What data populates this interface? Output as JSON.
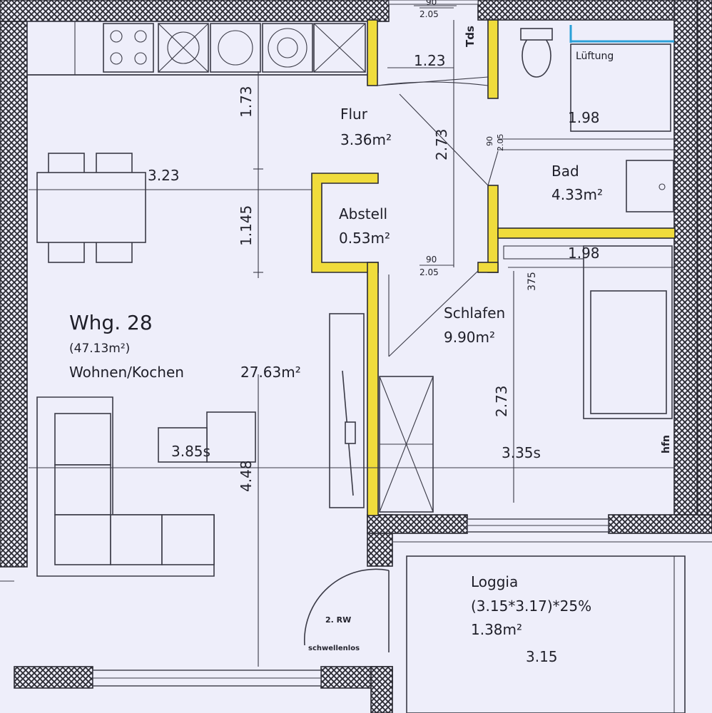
{
  "apartment": {
    "title": "Whg. 28",
    "total_area": "(47.13m²)"
  },
  "rooms": {
    "wohnen": {
      "name": "Wohnen/Kochen",
      "area": "27.63m²"
    },
    "flur": {
      "name": "Flur",
      "area": "3.36m²"
    },
    "abstell": {
      "name": "Abstell",
      "area": "0.53m²"
    },
    "bad": {
      "name": "Bad",
      "area": "4.33m²"
    },
    "schlafen": {
      "name": "Schlafen",
      "area": "9.90m²"
    },
    "loggia": {
      "name": "Loggia",
      "formula": "(3.15*3.17)*25%",
      "area": "1.38m²"
    }
  },
  "labels": {
    "lueftung": "Lüftung",
    "tds": "Tds",
    "hfn": "hfn",
    "rw": "2. RW",
    "schwellenlos": "schwellenlos"
  },
  "dimensions": {
    "d_173": "1.73",
    "d_323": "3.23",
    "d_1145": "1.145",
    "d_385": "3.85s",
    "d_448": "4.48",
    "d_123": "1.23",
    "d_273_flur": "2.73",
    "d_198_bad": "1.98",
    "d_198_schlafen": "1.98",
    "d_375": "375",
    "d_273_schlafen": "2.73",
    "d_335": "3.35s",
    "d_315": "3.15",
    "door_top_num": "90",
    "door_top_den": "2.05",
    "door_bad_num": "90",
    "door_bad_den": "2.05",
    "door_mid_num": "90",
    "door_mid_den": "2.05"
  },
  "colors": {
    "wall_hatch": "#2a2a32",
    "partition_fill": "#f0dc3c",
    "paper": "#eeeefa",
    "line": "#3a3a46"
  }
}
